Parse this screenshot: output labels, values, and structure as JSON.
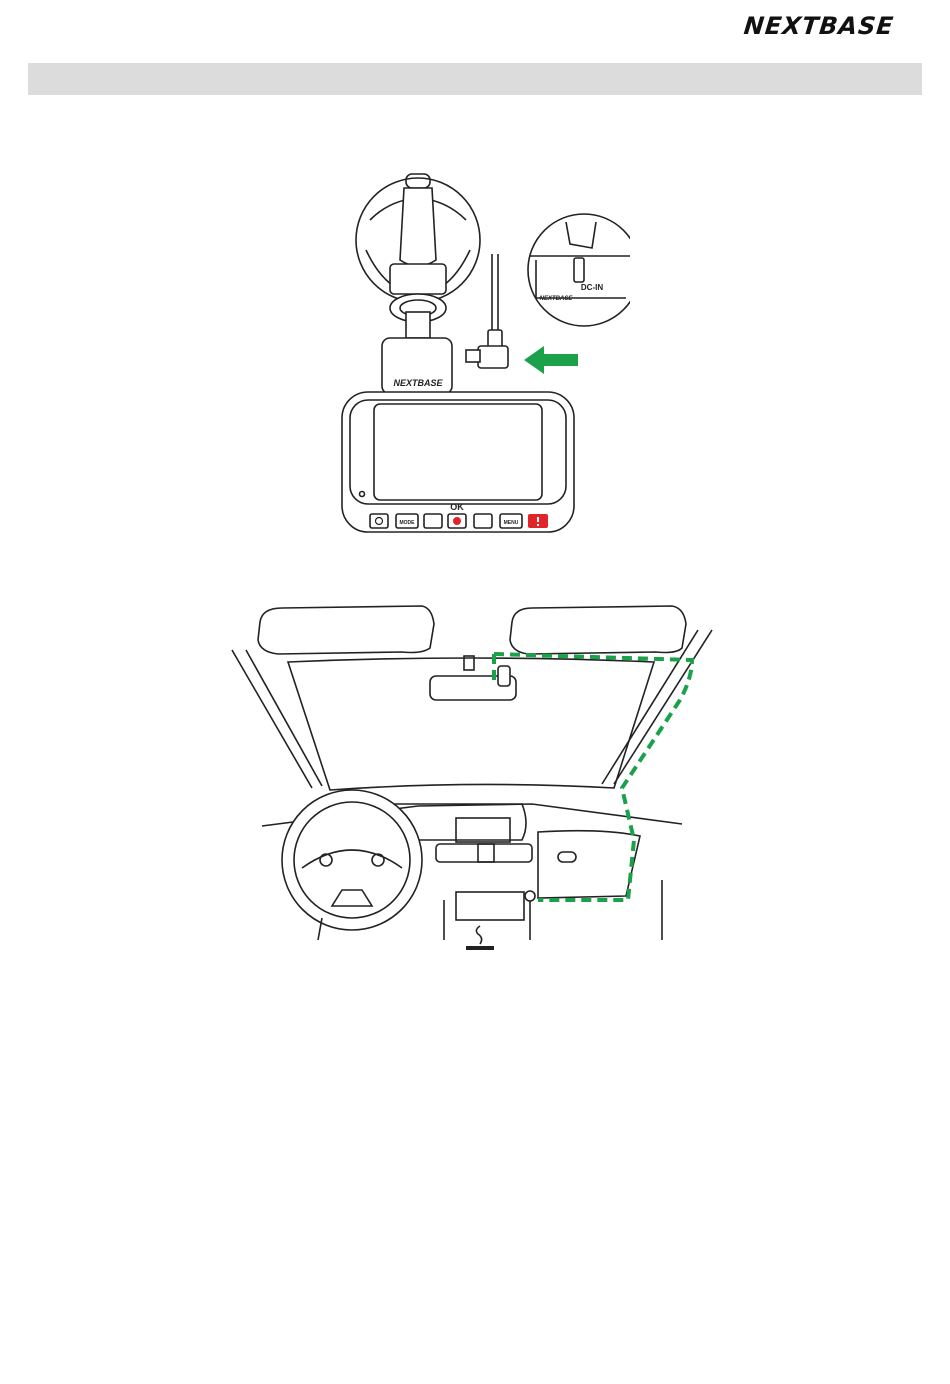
{
  "header": {
    "brand": "NEXTBASE"
  },
  "device_figure": {
    "camera_brand": "NEXTBASE",
    "inset_brand": "NEXTBASE",
    "dc_in_label": "DC-IN",
    "ok_label": "OK",
    "mode_button": "MODE",
    "menu_button": "MENU",
    "arrow_color": "#1aa14a"
  },
  "car_figure": {
    "cable_route_color": "#1aa14a"
  }
}
